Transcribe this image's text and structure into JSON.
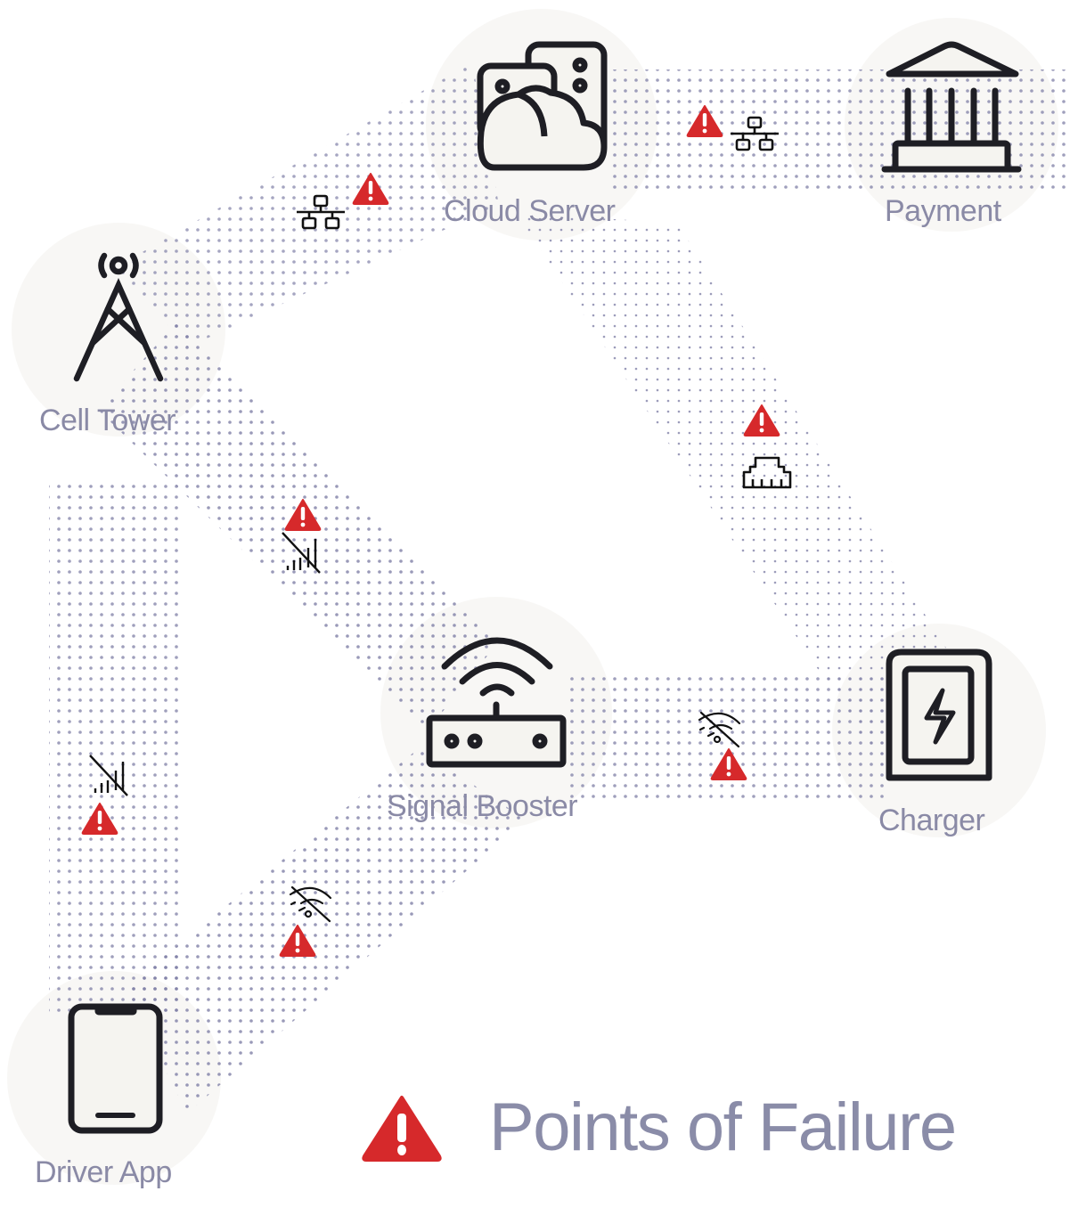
{
  "diagram": {
    "title": "Points of Failure",
    "colors": {
      "label": "#8a8aa6",
      "dots": "#7f7fa6",
      "warning": "#d6292b",
      "icon_stroke": "#1e1e24"
    },
    "nodes": [
      {
        "id": "cloud-server",
        "label": "Cloud Server",
        "icon": "cloud-server-icon"
      },
      {
        "id": "payment",
        "label": "Payment",
        "icon": "bank-icon"
      },
      {
        "id": "cell-tower",
        "label": "Cell Tower",
        "icon": "cell-tower-icon"
      },
      {
        "id": "signal-booster",
        "label": "Signal Booster",
        "icon": "router-icon"
      },
      {
        "id": "charger",
        "label": "Charger",
        "icon": "charger-icon"
      },
      {
        "id": "driver-app",
        "label": "Driver App",
        "icon": "smartphone-icon"
      }
    ],
    "connections": [
      {
        "from": "cell-tower",
        "to": "cloud-server",
        "failure_icon": "network-icon",
        "warning": true
      },
      {
        "from": "cloud-server",
        "to": "payment",
        "failure_icon": "network-icon",
        "warning": true
      },
      {
        "from": "cloud-server",
        "to": "charger",
        "failure_icon": "ethernet-port-icon",
        "warning": true
      },
      {
        "from": "cell-tower",
        "to": "signal-booster",
        "failure_icon": "no-cellular-signal-icon",
        "warning": true
      },
      {
        "from": "signal-booster",
        "to": "charger",
        "failure_icon": "wifi-off-icon",
        "warning": true
      },
      {
        "from": "cell-tower",
        "to": "driver-app",
        "failure_icon": "no-cellular-signal-icon",
        "warning": true
      },
      {
        "from": "signal-booster",
        "to": "driver-app",
        "failure_icon": "wifi-off-icon",
        "warning": true
      }
    ],
    "legend": {
      "icon": "warning-triangle-icon",
      "label": "Points of Failure"
    }
  }
}
